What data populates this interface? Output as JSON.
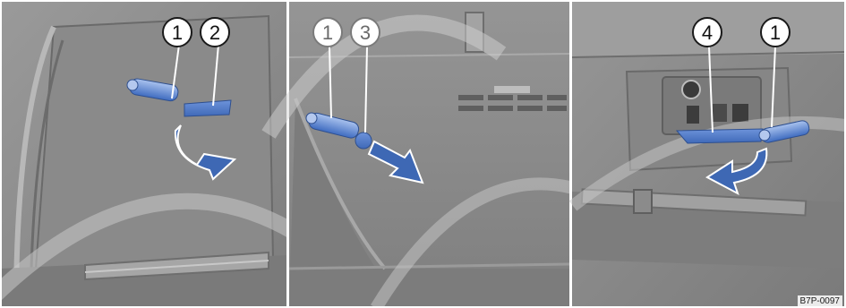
{
  "figure": {
    "reference_code": "B7P-0097",
    "callouts": [
      {
        "panel": "left",
        "labels": [
          "1",
          "2"
        ]
      },
      {
        "panel": "middle",
        "labels": [
          "1",
          "3"
        ]
      },
      {
        "panel": "right",
        "labels": [
          "4",
          "1"
        ]
      }
    ]
  },
  "colors": {
    "highlight_blue": "#4a78c8",
    "arrow_blue": "#3e68b4",
    "panel_gray": "#8d8d8d",
    "panel_dark": "#6f6f6f"
  },
  "icons": [
    "rotate-arrow-icon",
    "rotate-arrow-icon",
    "rotate-arrow-icon"
  ]
}
